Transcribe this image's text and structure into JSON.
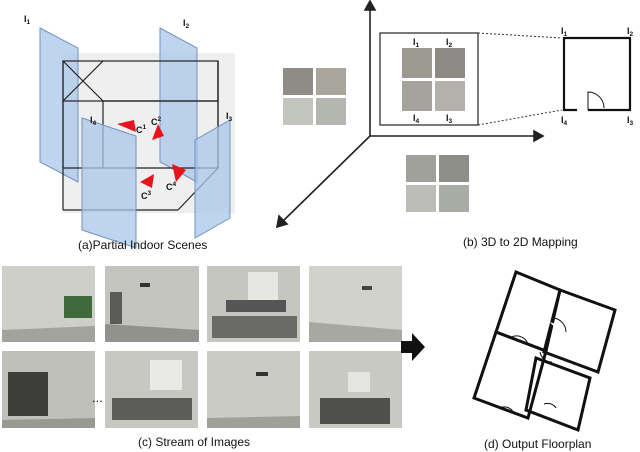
{
  "captions": {
    "a": "(a)Partial Indoor Scenes",
    "b": "(b) 3D to 2D Mapping",
    "c": "(c) Stream of Images",
    "d": "(d) Output Floorplan"
  },
  "cube_labels": {
    "i1": "I",
    "i2": "I",
    "i3": "I",
    "i4": "I",
    "sub1": "1",
    "sub2": "2",
    "sub3": "3",
    "sub4": "4"
  },
  "camera_labels": {
    "c1": "C",
    "c2": "C",
    "c3": "C",
    "c4": "C",
    "sup1": "1",
    "sup2": "2",
    "sup3": "3",
    "sup4": "4"
  },
  "grid_labels": {
    "base": "I",
    "s1": "1",
    "s2": "2",
    "s3": "3",
    "s4": "4"
  },
  "room_labels": {
    "base": "I",
    "s1": "1",
    "s2": "2",
    "s3": "3",
    "s4": "4"
  },
  "ellipsis": "...",
  "colors": {
    "panel_fill": "#a9c6e8",
    "panel_stroke": "#6f93c0",
    "camera": "#e8141b",
    "cube_back": "#eeeeee",
    "photo_wall": "#c9c9c4",
    "photo_floor": "#9a9a94"
  }
}
